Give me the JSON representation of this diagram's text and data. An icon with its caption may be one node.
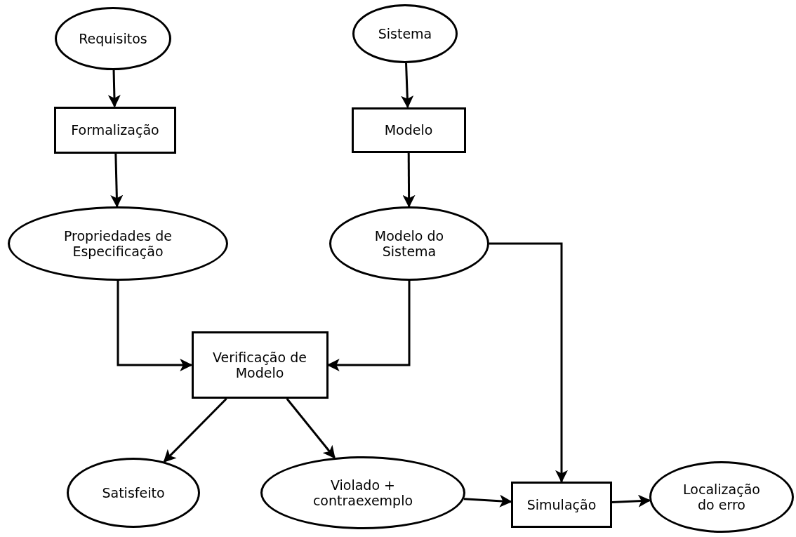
{
  "diagram": {
    "nodes": [
      {
        "text": [
          "Requisitos"
        ]
      },
      {
        "text": [
          "Formalização"
        ]
      },
      {
        "text": [
          "Propriedades de Especificação"
        ]
      },
      {
        "text": [
          "Sistema"
        ]
      },
      {
        "text": [
          "Modelo"
        ]
      },
      {
        "text": [
          "Modelo do Sistema"
        ]
      },
      {
        "text": [
          "Verificação de Modelo"
        ]
      },
      {
        "text": [
          "Satisfeito"
        ]
      },
      {
        "text": [
          "Violado + contraexemplo"
        ]
      },
      {
        "text": [
          "Simulação"
        ]
      },
      {
        "text": [
          "Localização do erro"
        ]
      }
    ],
    "edges": [
      {
        "from": 0,
        "to": 1,
        "arrow": "to"
      },
      {
        "from": 1,
        "to": 2,
        "arrow": "to"
      },
      {
        "from": 3,
        "to": 4,
        "arrow": "to"
      },
      {
        "from": 4,
        "to": 5,
        "arrow": "to"
      },
      {
        "from": 2,
        "to": 6,
        "arrow": "to"
      },
      {
        "from": 5,
        "to": 6,
        "arrow": "to"
      },
      {
        "from": 5,
        "to": 9,
        "arrow": "to"
      },
      {
        "from": 6,
        "to": 7,
        "arrow": "to"
      },
      {
        "from": 6,
        "to": 8,
        "arrow": "to"
      },
      {
        "from": 8,
        "to": 9,
        "arrow": "to"
      },
      {
        "from": 9,
        "to": 10,
        "arrow": "to"
      }
    ]
  }
}
